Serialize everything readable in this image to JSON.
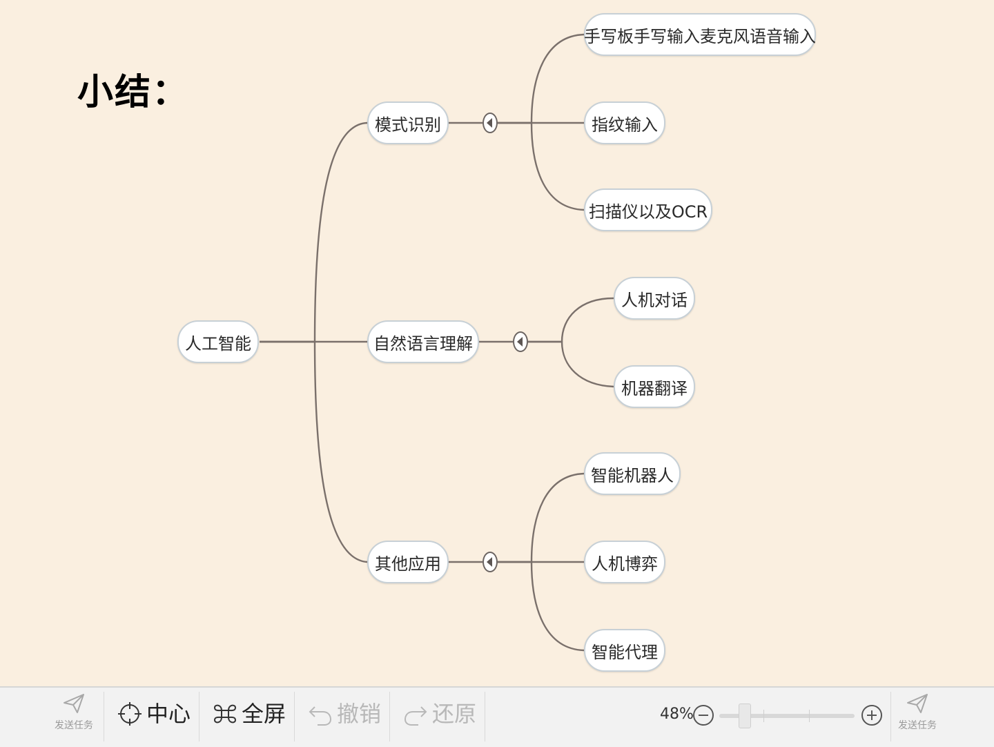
{
  "slide": {
    "title": "小结："
  },
  "diagram": {
    "root": "人工智能",
    "branches": [
      {
        "label": "模式识别",
        "children": [
          "手写板手写输入麦克风语音输入",
          "指纹输入",
          "扫描仪以及OCR"
        ]
      },
      {
        "label": "自然语言理解",
        "children": [
          "人机对话",
          "机器翻译"
        ]
      },
      {
        "label": "其他应用",
        "children": [
          "智能机器人",
          "人机博弈",
          "智能代理"
        ]
      }
    ]
  },
  "toolbar": {
    "send_task": "发送任务",
    "center": "中心",
    "fullscreen": "全屏",
    "undo": "撤销",
    "redo": "还原",
    "zoom": "48%",
    "send_task_right": "发送任务"
  },
  "colors": {
    "background": "#faefe0",
    "edge": "#7a706b",
    "node_border": "#c7d0d6",
    "toolbar": "#f2f2f2"
  }
}
